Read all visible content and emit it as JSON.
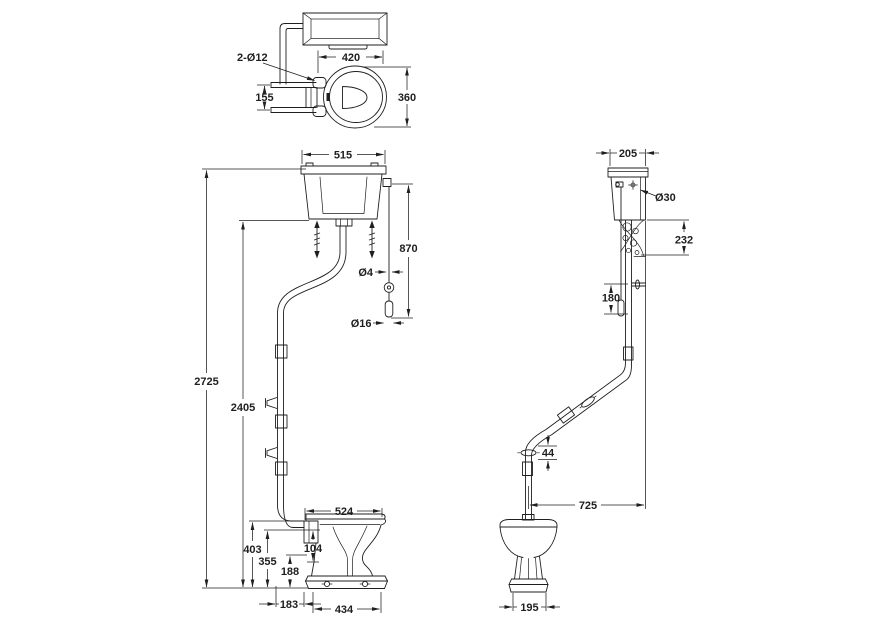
{
  "drawing": {
    "plan": {
      "fixing_holes": "2-Ø12",
      "seat_width": "420",
      "fixing_centres": "155",
      "seat_depth": "360"
    },
    "front": {
      "cistern_width": "515",
      "chain_length": "870",
      "chain_dia": "Ø4",
      "pull_dia": "Ø16",
      "overall_height": "2725",
      "pipe_height": "2405",
      "pan_depth": "524",
      "inlet_height": "403",
      "rim_height": "355",
      "inlet_drop": "104",
      "outlet_height": "188",
      "outlet_setback": "183",
      "base_depth": "434"
    },
    "side": {
      "cistern_depth": "205",
      "hole_dia": "Ø30",
      "bracket_height": "232",
      "pull_length": "180",
      "clip_dia": "44",
      "pipe_offset": "725",
      "base_width": "195"
    }
  }
}
